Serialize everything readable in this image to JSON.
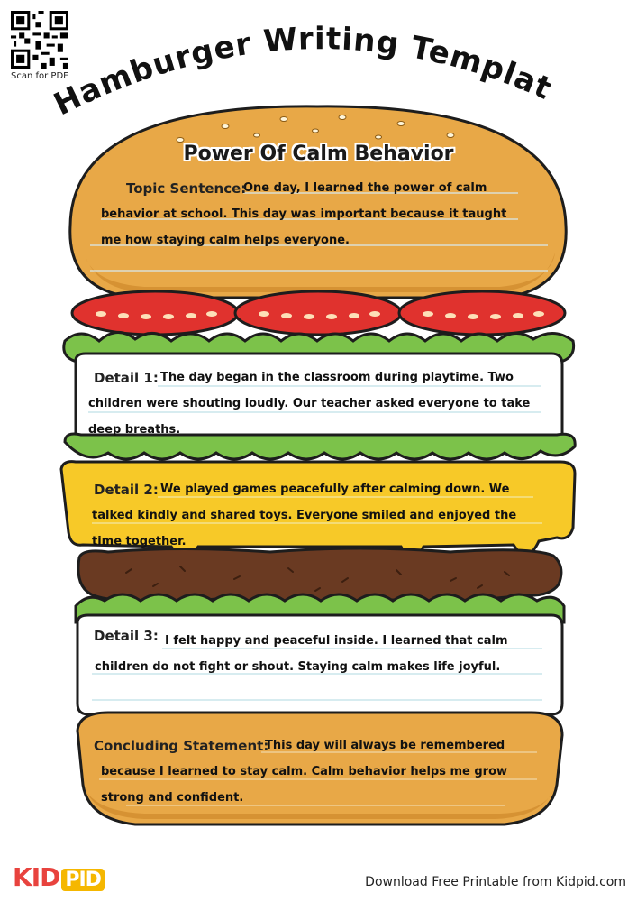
{
  "qr": {
    "caption": "Scan for PDF"
  },
  "header": {
    "title": "Hamburger Writing Template"
  },
  "topic": {
    "heading": "Power Of Calm Behavior"
  },
  "sections": {
    "topic_sentence": {
      "label": "Topic Sentence:",
      "text": "One day, I learned the power of calm behavior at school. This day was important because it taught me how staying calm helps everyone."
    },
    "detail1": {
      "label": "Detail 1:",
      "text": "The day began in the classroom during playtime. Two children were shouting loudly. Our teacher asked everyone to take deep breaths."
    },
    "detail2": {
      "label": "Detail 2:",
      "text": "We played games peacefully after calming down. We talked kindly and shared toys. Everyone smiled and enjoyed the time together."
    },
    "detail3": {
      "label": "Detail 3:",
      "text": "I felt happy and peaceful inside. I learned that calm children do not fight or shout. Staying calm makes life joyful."
    },
    "conclusion": {
      "label": "Concluding Statement:",
      "text": "This day will always be remembered because I learned to stay calm. Calm behavior helps me grow strong and confident."
    }
  },
  "footer": {
    "logo_k": "KID",
    "logo_pid": "PID",
    "text": "Download Free Printable from Kidpid.com"
  },
  "colors": {
    "bun": "#e8a847",
    "bun_dark": "#c98427",
    "tomato": "#e0322e",
    "lettuce": "#7cc24a",
    "cheese": "#f7c928",
    "patty": "#6a3a22",
    "white_panel": "#ffffff",
    "guide_line": "#bfe0e6"
  }
}
